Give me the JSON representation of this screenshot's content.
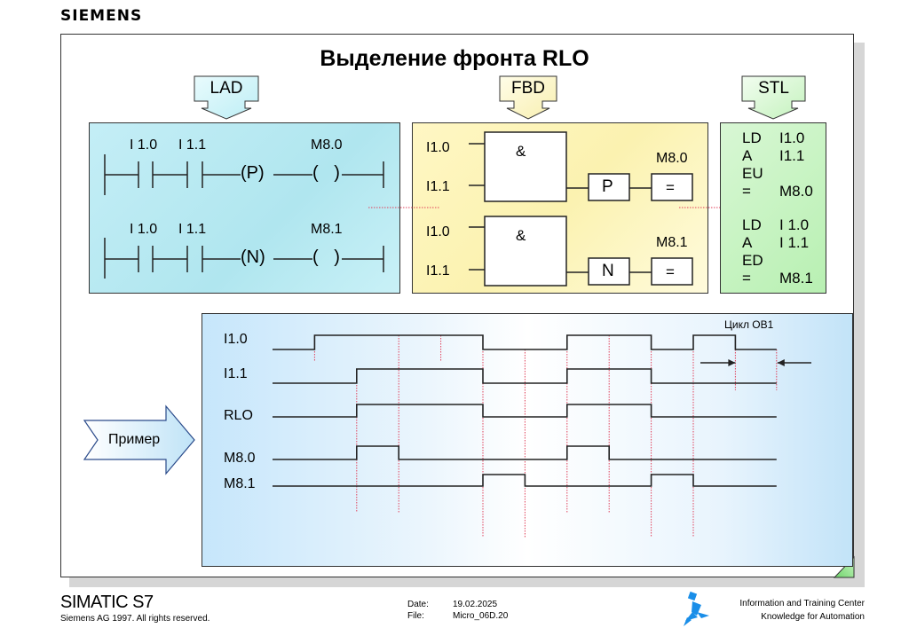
{
  "brand": "SIEMENS",
  "title": "Выделение фронта RLO",
  "tags": {
    "lad": "LAD",
    "fbd": "FBD",
    "stl": "STL"
  },
  "lad": {
    "networks": [
      {
        "contacts": [
          "I 1.0",
          "I 1.1"
        ],
        "edge": "P",
        "coil_addr": "M8.0",
        "coil": "( )"
      },
      {
        "contacts": [
          "I 1.0",
          "I 1.1"
        ],
        "edge": "N",
        "coil_addr": "M8.1",
        "coil": "( )"
      }
    ]
  },
  "fbd": {
    "networks": [
      {
        "inputs": [
          "I1.0",
          "I1.1"
        ],
        "gate": "&",
        "edge": "P",
        "out_addr": "M8.0",
        "assign": "="
      },
      {
        "inputs": [
          "I1.0",
          "I1.1"
        ],
        "gate": "&",
        "edge": "N",
        "out_addr": "M8.1",
        "assign": "="
      }
    ]
  },
  "stl": {
    "lines": [
      {
        "op": "LD",
        "arg": "I1.0"
      },
      {
        "op": "A",
        "arg": "I1.1"
      },
      {
        "op": "EU",
        "arg": ""
      },
      {
        "op": "=",
        "arg": "M8.0"
      },
      {
        "op": "LD",
        "arg": "I 1.0"
      },
      {
        "op": "A",
        "arg": "I 1.1"
      },
      {
        "op": "ED",
        "arg": ""
      },
      {
        "op": "=",
        "arg": "M8.1"
      }
    ]
  },
  "example_label": "Пример",
  "timing": {
    "cycle_label": "Цикл OB1",
    "signals": [
      {
        "name": "I1.0",
        "levels": [
          0,
          1,
          1,
          1,
          1,
          0,
          0,
          1,
          1,
          0,
          1,
          0
        ]
      },
      {
        "name": "I1.1",
        "levels": [
          0,
          0,
          1,
          1,
          1,
          0,
          0,
          1,
          1,
          0,
          0,
          0
        ]
      },
      {
        "name": "RLO",
        "levels": [
          0,
          0,
          1,
          1,
          1,
          0,
          0,
          1,
          1,
          0,
          0,
          0
        ]
      },
      {
        "name": "M8.0",
        "levels": [
          0,
          0,
          1,
          0,
          0,
          0,
          0,
          1,
          0,
          0,
          0,
          0
        ]
      },
      {
        "name": "M8.1",
        "levels": [
          0,
          0,
          0,
          0,
          0,
          1,
          0,
          0,
          0,
          1,
          0,
          0
        ]
      }
    ]
  },
  "footer": {
    "product": "SIMATIC S7",
    "copyright": "Siemens AG 1997. All rights reserved.",
    "date_label": "Date:",
    "date_value": "19.02.2025",
    "file_label": "File:",
    "file_value": "Micro_06D.20",
    "itc_line1": "Information and Training Center",
    "itc_line2": "Knowledge for Automation"
  }
}
